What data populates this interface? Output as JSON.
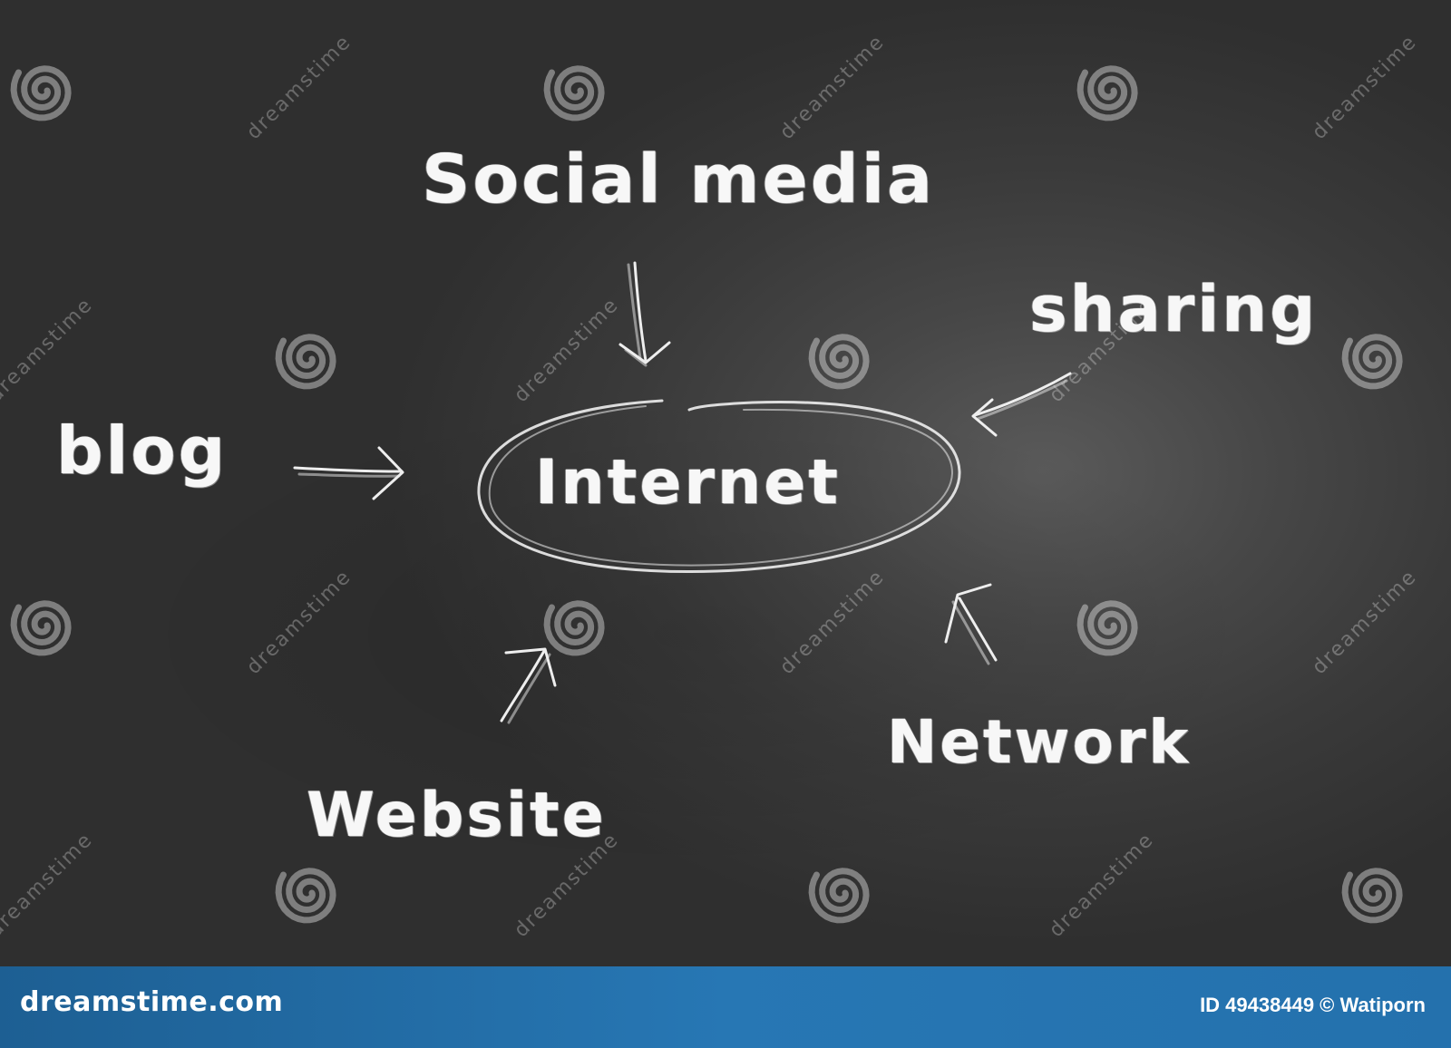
{
  "diagram": {
    "center": "Internet",
    "nodes": {
      "top": "Social media",
      "right_top": "sharing",
      "left": "blog",
      "bottom_left": "Website",
      "bottom_right": "Network"
    }
  },
  "watermark": {
    "text": "dreamstime",
    "site": "dreamstime.com",
    "credit": "ID 49438449 © Watiporn"
  },
  "colors": {
    "chalk": "#f7f7f7",
    "board": "#3d3d3d",
    "footer": "#2777b4"
  }
}
